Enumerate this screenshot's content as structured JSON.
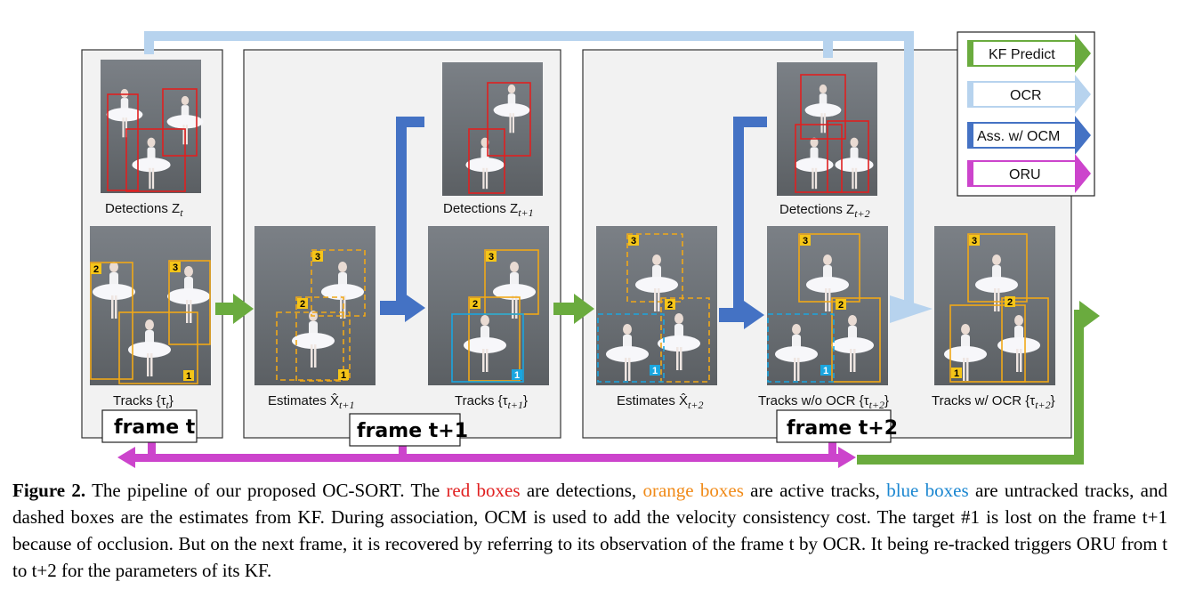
{
  "colors": {
    "kf_predict": "#6aab3e",
    "ocr": "#b7d3ee",
    "association": "#4472c4",
    "oru": "#cc44cc",
    "detection_box": "#e02020",
    "active_track_box": "#f0a818",
    "untracked_box": "#1aa6e0"
  },
  "legend": {
    "kf_predict": "KF Predict",
    "ocr": "OCR",
    "association": "Ass. w/ OCM",
    "oru": "ORU"
  },
  "frames": {
    "t": "frame t",
    "t1": "frame t+1",
    "t2": "frame t+2"
  },
  "panels": {
    "det_t": "Detections Z",
    "det_t_sub": "t",
    "tracks_t": "Tracks {τ",
    "tracks_t_sub": "t",
    "tracks_t_end": "}",
    "est_t1": "Estimates X̂",
    "est_t1_sub": "t+1",
    "det_t1": "Detections Z",
    "det_t1_sub": "t+1",
    "tracks_t1": "Tracks {τ",
    "tracks_t1_sub": "t+1",
    "tracks_t1_end": "}",
    "est_t2": "Estimates X̂",
    "est_t2_sub": "t+2",
    "det_t2": "Detections Z",
    "det_t2_sub": "t+2",
    "tracks_wo": "Tracks w/o OCR {τ",
    "tracks_wo_sub": "t+2",
    "tracks_wo_end": "}",
    "tracks_w": "Tracks w/ OCR {τ",
    "tracks_w_sub": "t+2",
    "tracks_w_end": "}"
  },
  "badges": [
    "1",
    "2",
    "3"
  ],
  "caption": {
    "fig": "Figure 2.",
    "p1": " The pipeline of our proposed OC-SORT. The ",
    "red": "red boxes",
    "p2": " are detections, ",
    "orange": "orange boxes",
    "p3": " are active tracks, ",
    "blue": "blue boxes",
    "p4": " are untracked tracks, and dashed boxes are the estimates from KF. During association, OCM is used to add the velocity consistency cost.  The target #1 is lost on the frame t+1 because of occlusion.  But on the next frame, it is recovered by referring to its observation of the frame t by OCR. It being re-tracked triggers ORU from t to t+2 for the parameters of its KF."
  }
}
